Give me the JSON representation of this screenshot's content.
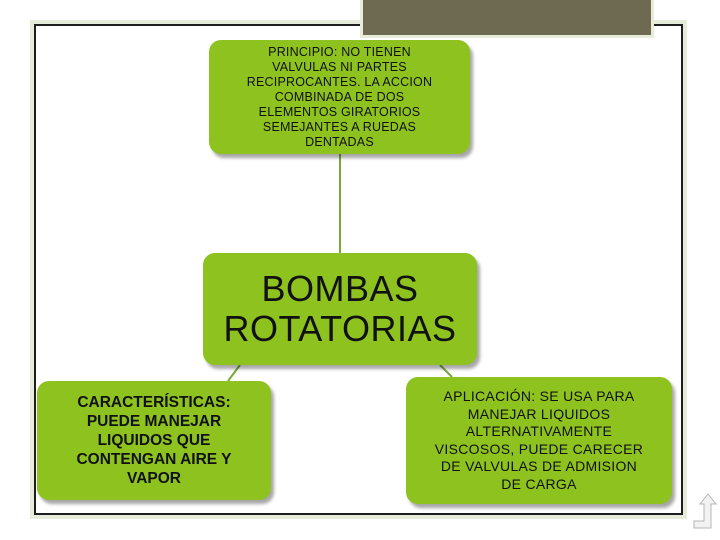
{
  "diagram": {
    "nodes": {
      "top": "PRINCIPIO: NO TIENEN\nVALVULAS NI PARTES\nRECIPROCANTES. LA ACCION\nCOMBINADA DE DOS\nELEMENTOS GIRATORIOS\nSEMEJANTES A RUEDAS\nDENTADAS",
      "center": "BOMBAS\nROTATORIAS",
      "left": "CARACTERÍSTICAS:\nPUEDE MANEJAR\nLIQUIDOS QUE\nCONTENGAN AIRE Y\nVAPOR",
      "right": "APLICACIÓN: SE USA PARA\nMANEJAR LIQUIDOS\nALTERNATIVAMENTE\nVISCOSOS, PUEDE CARECER\nDE VALVULAS DE ADMISION\nDE CARGA"
    },
    "edges": [
      {
        "from": "top",
        "to": "center"
      },
      {
        "from": "center",
        "to": "left"
      },
      {
        "from": "center",
        "to": "right"
      }
    ]
  },
  "colors": {
    "node_fill": "#8dc21f",
    "connector": "#7aa83a",
    "frame_border": "#1e1e1e",
    "top_tab": "#6e6a52",
    "arrow_icon": "#f2f2f2"
  },
  "icons": {
    "corner": "return-arrow-icon"
  }
}
